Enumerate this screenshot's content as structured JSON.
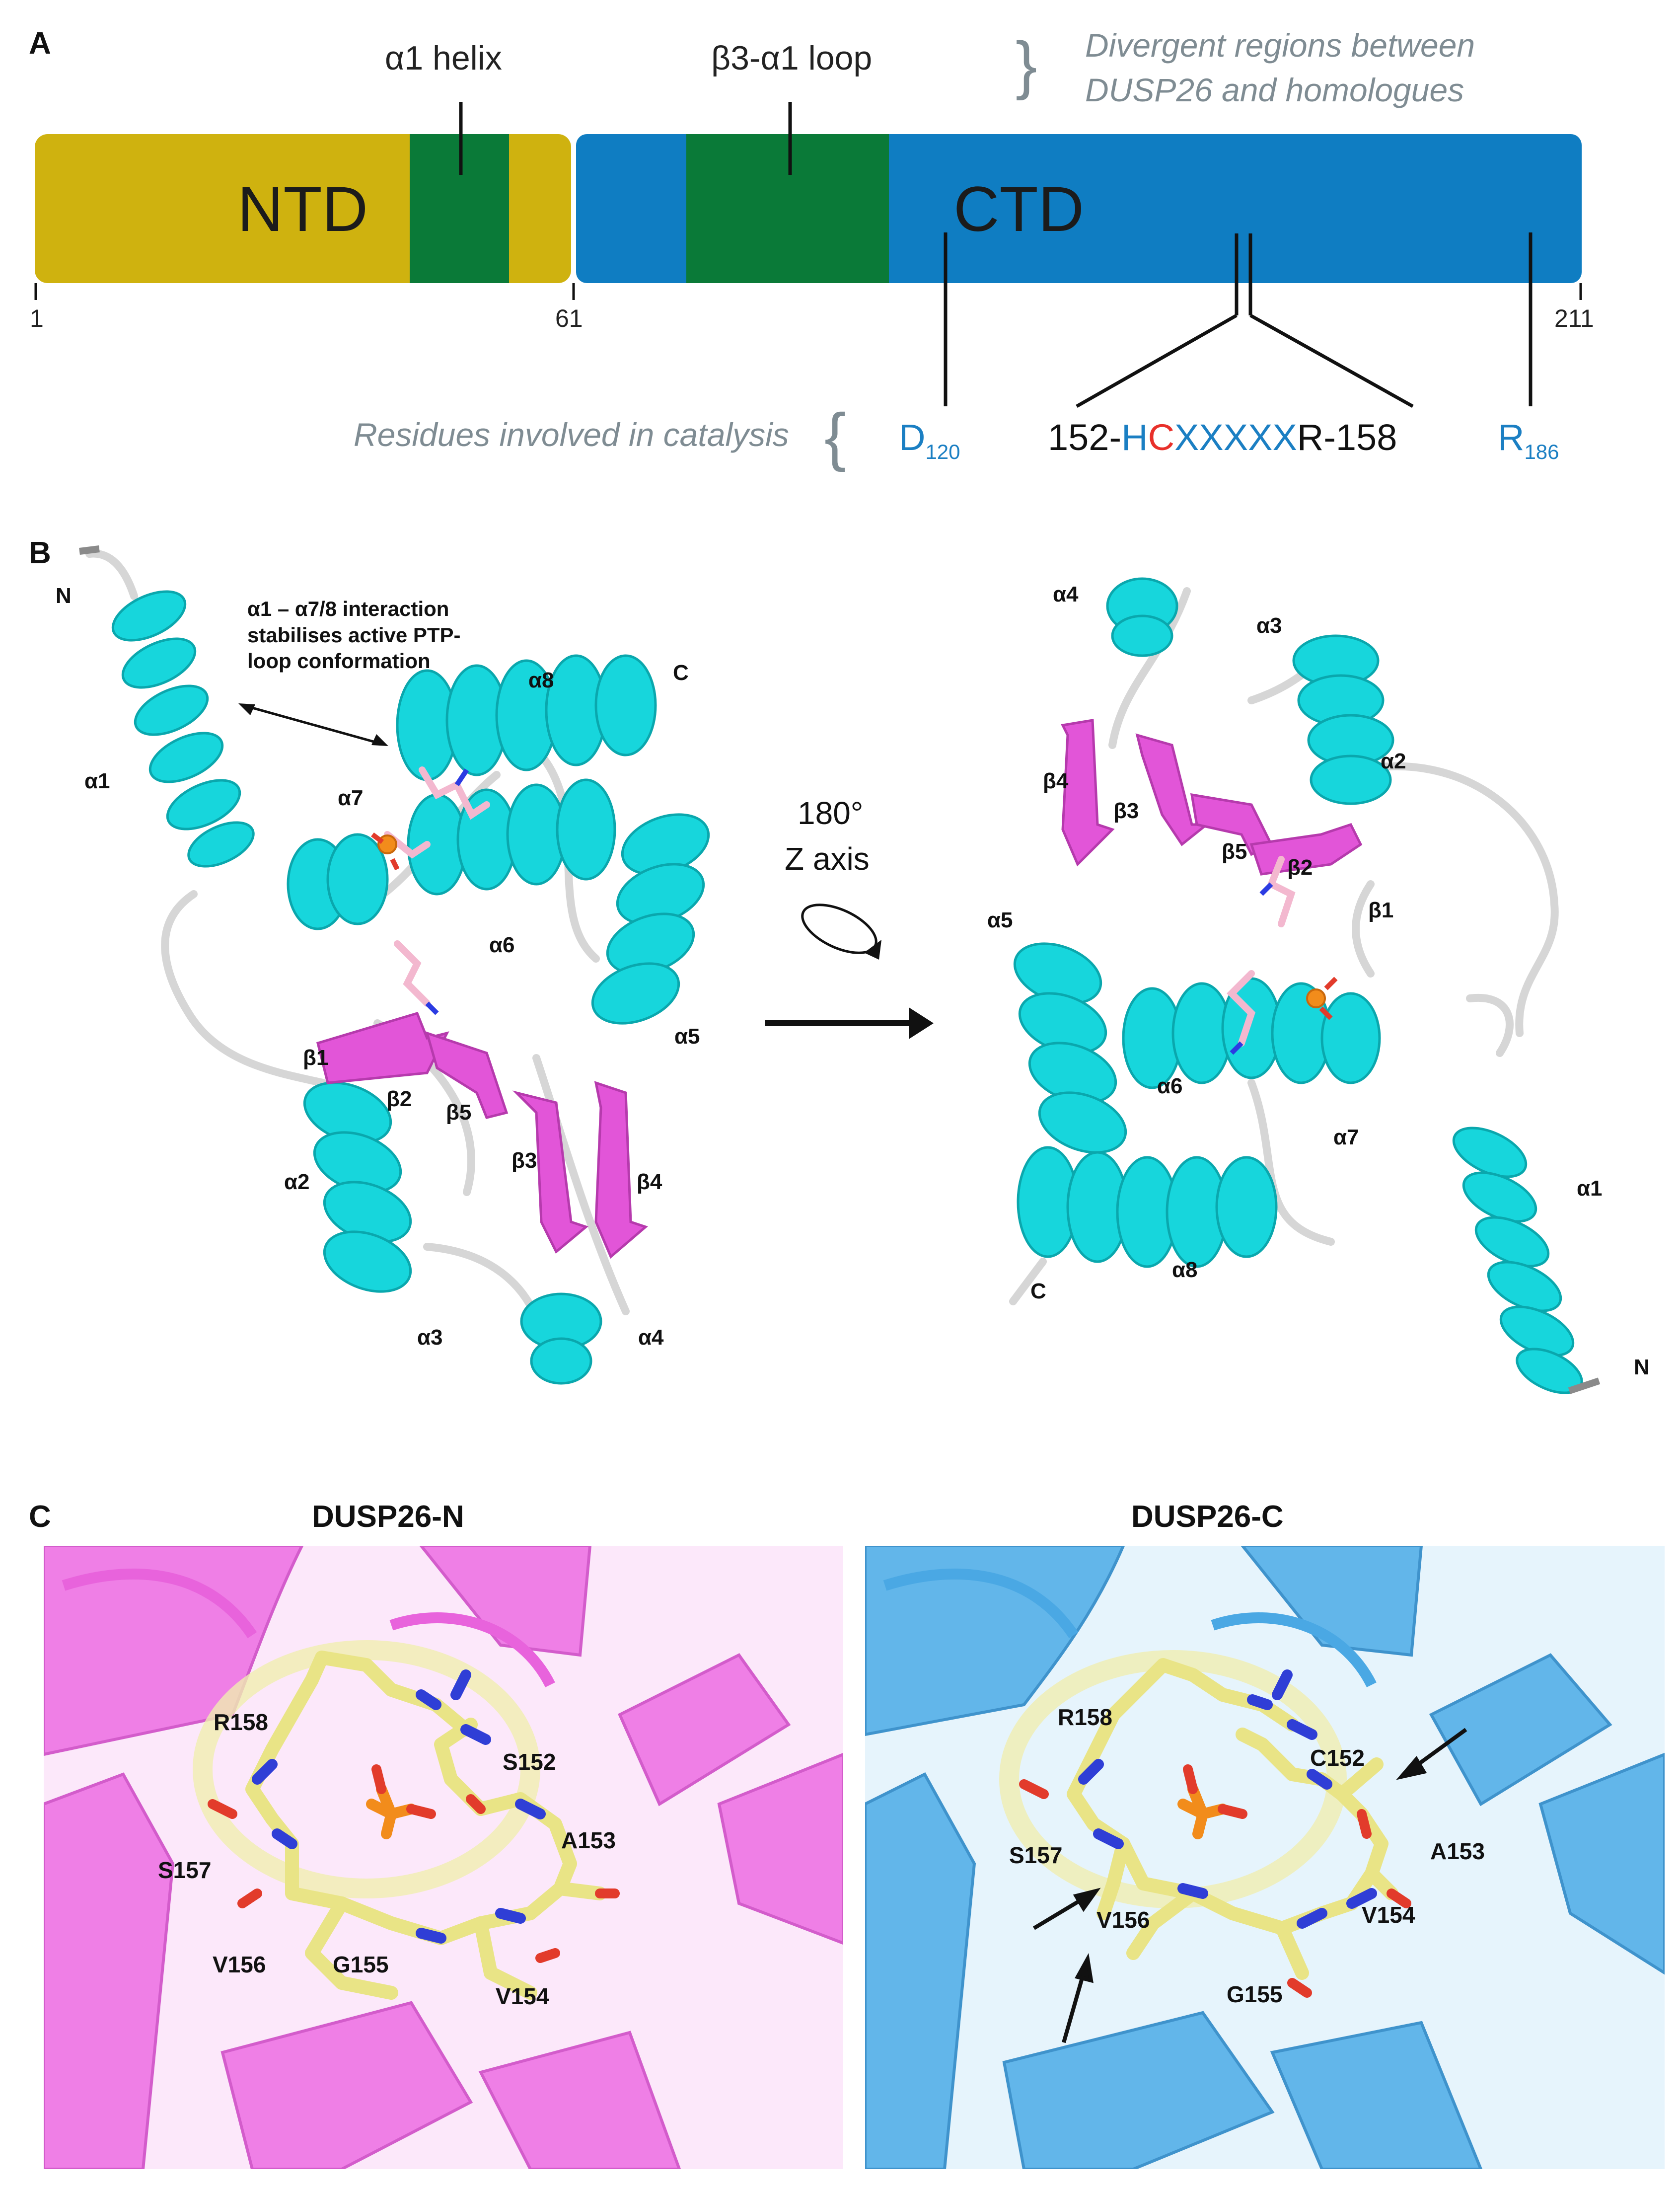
{
  "panelA": {
    "letter": "A",
    "label_alpha1_helix": "α1 helix",
    "label_beta3_loop": "β3-α1 loop",
    "divergent_note_line1": "Divergent regions between",
    "divergent_note_line2": "DUSP26 and homologues",
    "ntd": "NTD",
    "ctd": "CTD",
    "tick_1": "1",
    "tick_61": "61",
    "tick_211": "211",
    "catalysis_note": "Residues involved in catalysis",
    "d120_main": "D",
    "d120_sub": "120",
    "motif_prefix": "152-",
    "motif_h": "H",
    "motif_c": "C",
    "motif_x": "XXXXX",
    "motif_suffix": "R-158",
    "r186_main": "R",
    "r186_sub": "186",
    "colors": {
      "ntd": "#cfb20f",
      "ctd": "#0f7dc2",
      "divergent": "#0a7a38",
      "note": "#7f8c93"
    }
  },
  "panelB": {
    "letter": "B",
    "annotation_line1": "α1 – α7/8 interaction",
    "annotation_line2": "stabilises active PTP-",
    "annotation_line3": "loop conformation",
    "rotation_line1": "180°",
    "rotation_line2": "Z axis",
    "left": {
      "N": "N",
      "C": "C",
      "a1": "α1",
      "a2": "α2",
      "a3": "α3",
      "a4": "α4",
      "a5": "α5",
      "a6": "α6",
      "a7": "α7",
      "a8": "α8",
      "b1": "β1",
      "b2": "β2",
      "b3": "β3",
      "b4": "β4",
      "b5": "β5"
    },
    "right": {
      "N": "N",
      "C": "C",
      "a1": "α1",
      "a2": "α2",
      "a3": "α3",
      "a4": "α4",
      "a5": "α5",
      "a6": "α6",
      "a7": "α7",
      "a8": "α8",
      "b1": "β1",
      "b2": "β2",
      "b3": "β3",
      "b4": "β4",
      "b5": "β5"
    },
    "colors": {
      "helix": "#17d6dc",
      "sheet": "#e255d8",
      "loop": "#d8d8d8"
    }
  },
  "panelC": {
    "letter": "C",
    "left_title": "DUSP26-N",
    "right_title": "DUSP26-C",
    "left": {
      "R158": "R158",
      "S152": "S152",
      "A153": "A153",
      "S157": "S157",
      "V156": "V156",
      "G155": "G155",
      "V154": "V154"
    },
    "right": {
      "R158": "R158",
      "C152": "C152",
      "A153": "A153",
      "S157": "S157",
      "V156": "V156",
      "G155": "G155",
      "V154": "V154"
    },
    "colors": {
      "left_bg": "#ef7fe6",
      "right_bg": "#62b6ea",
      "stick": "#e9e486"
    }
  }
}
